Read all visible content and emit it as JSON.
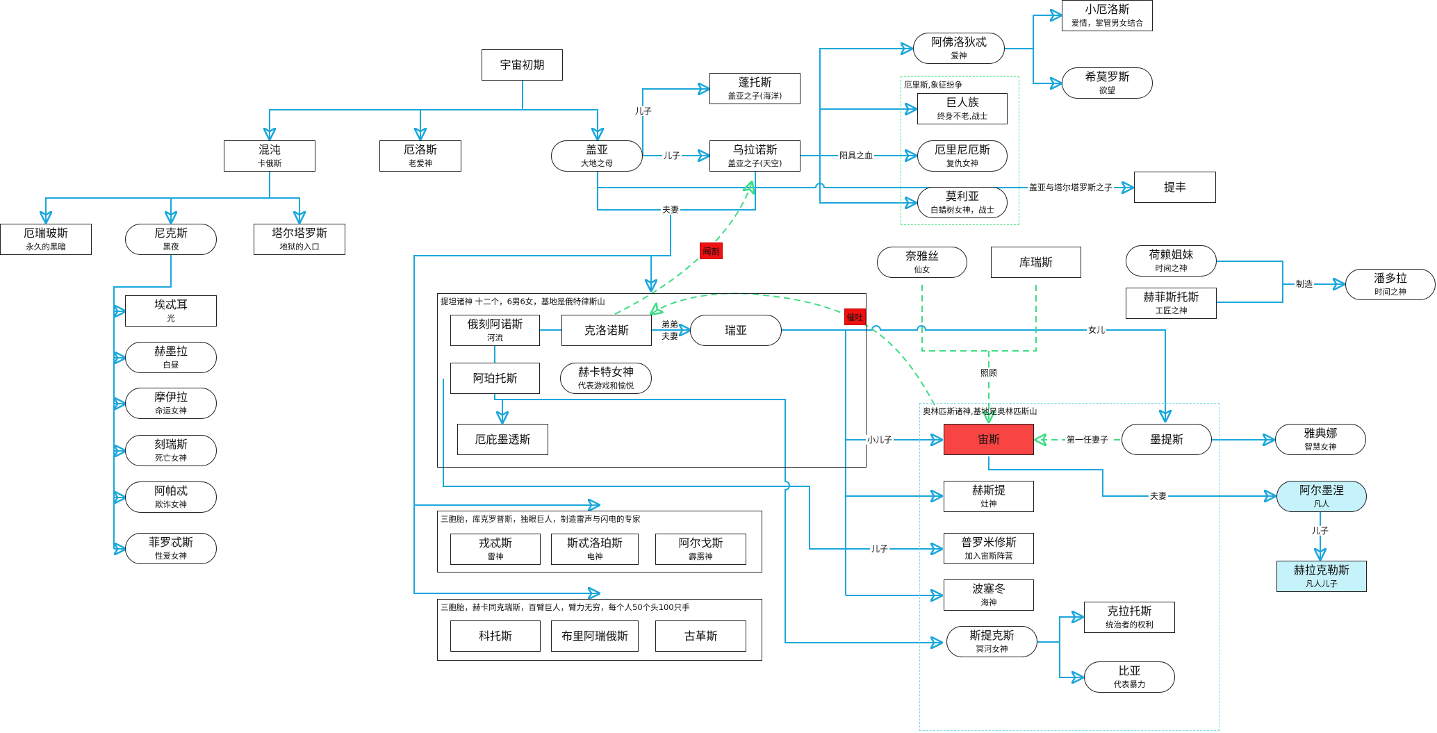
{
  "colors": {
    "edge": "#1aa7dc",
    "dashed_edge": "#3ddc84",
    "zeus_fill": "#f94444",
    "mortal_fill": "#c6f3fb"
  },
  "nodes": {
    "cosmos": {
      "title": "宇宙初期"
    },
    "chaos": {
      "title": "混沌",
      "sub": "卡俄斯"
    },
    "eros_old": {
      "title": "厄洛斯",
      "sub": "老爱神"
    },
    "gaia": {
      "title": "盖亚",
      "sub": "大地之母"
    },
    "pontus": {
      "title": "蓬托斯",
      "sub": "盖亚之子(海洋)"
    },
    "uranus": {
      "title": "乌拉诺斯",
      "sub": "盖亚之子(天空)"
    },
    "erebus": {
      "title": "厄瑞玻斯",
      "sub": "永久的黑暗"
    },
    "nyx": {
      "title": "尼克斯",
      "sub": "黑夜"
    },
    "tartarus": {
      "title": "塔尔塔罗斯",
      "sub": "地狱的入口"
    },
    "aether": {
      "title": "埃忒耳",
      "sub": "光"
    },
    "hemera": {
      "title": "赫墨拉",
      "sub": "白昼"
    },
    "moirai": {
      "title": "摩伊拉",
      "sub": "命运女神"
    },
    "keres": {
      "title": "刻瑞斯",
      "sub": "死亡女神"
    },
    "apate": {
      "title": "阿帕忒",
      "sub": "欺诈女神"
    },
    "philotes": {
      "title": "菲罗忒斯",
      "sub": "性爱女神"
    },
    "aphrodite": {
      "title": "阿佛洛狄忒",
      "sub": "爱神"
    },
    "eros_young": {
      "title": "小厄洛斯",
      "sub": "爱情，掌管男女结合"
    },
    "himeros": {
      "title": "希莫罗斯",
      "sub": "欲望"
    },
    "giants": {
      "title": "巨人族",
      "sub": "终身不老,战士"
    },
    "erinyes": {
      "title": "厄里尼厄斯",
      "sub": "复仇女神"
    },
    "meliae": {
      "title": "莫利亚",
      "sub": "白蜡树女神，战士"
    },
    "typhon": {
      "title": "提丰"
    },
    "oceanus": {
      "title": "俄刻阿诺斯",
      "sub": "河流"
    },
    "cronus": {
      "title": "克洛诺斯"
    },
    "rhea": {
      "title": "瑞亚"
    },
    "iapetus": {
      "title": "阿珀托斯"
    },
    "hecate": {
      "title": "赫卡特女神",
      "sub": "代表游戏和愉悦"
    },
    "epimetheus": {
      "title": "厄庇墨透斯"
    },
    "naiad": {
      "title": "奈雅丝",
      "sub": "仙女"
    },
    "kouretes": {
      "title": "库瑞斯"
    },
    "horae": {
      "title": "荷赖姐妹",
      "sub": "时间之神"
    },
    "hephaestus": {
      "title": "赫菲斯托斯",
      "sub": "工匠之神"
    },
    "pandora": {
      "title": "潘多拉",
      "sub": "时间之神"
    },
    "zeus": {
      "title": "宙斯"
    },
    "metis": {
      "title": "墨提斯"
    },
    "athena": {
      "title": "雅典娜",
      "sub": "智慧女神"
    },
    "alcmene": {
      "title": "阿尔墨涅",
      "sub": "凡人"
    },
    "heracles": {
      "title": "赫拉克勒斯",
      "sub": "凡人儿子"
    },
    "hestia": {
      "title": "赫斯提",
      "sub": "灶神"
    },
    "prometheus": {
      "title": "普罗米修斯",
      "sub": "加入宙斯阵营"
    },
    "poseidon": {
      "title": "波塞冬",
      "sub": "海神"
    },
    "styx": {
      "title": "斯提克斯",
      "sub": "冥河女神"
    },
    "kratos": {
      "title": "克拉托斯",
      "sub": "统治者的权利"
    },
    "bia": {
      "title": "比亚",
      "sub": "代表暴力"
    },
    "brontes": {
      "title": "戎忒斯",
      "sub": "雷神"
    },
    "steropes": {
      "title": "斯忒洛珀斯",
      "sub": "电神"
    },
    "arges": {
      "title": "阿尔戈斯",
      "sub": "霹雳神"
    },
    "cottus": {
      "title": "科托斯"
    },
    "briareus": {
      "title": "布里阿瑞俄斯"
    },
    "gyges": {
      "title": "古革斯"
    }
  },
  "groups": {
    "titans": "提坦诸神 十二个，6男6女，基地是俄特律斯山",
    "erinyes_group": "厄里斯,象征纷争",
    "olympians": "奥林匹斯诸神,基地是奥林匹斯山",
    "cyclopes": "三胞胎，库克罗普斯，独眼巨人，制造雷声与闪电的专家",
    "hecatoncheires": "三胞胎，赫卡同克瑞斯，百臂巨人，臂力无穷，每个人50个头100只手"
  },
  "labels": {
    "son1": "儿子",
    "son2": "儿子",
    "spouse1": "夫妻",
    "blood": "阳具之血",
    "typhon_edge": "盖亚与塔尔塔罗斯之子",
    "brother": "弟弟",
    "spouse2": "夫妻",
    "daughter": "女儿",
    "youngest": "小儿子",
    "first_wife": "第一任妻子",
    "spouse3": "夫妻",
    "son3": "儿子",
    "son4": "儿子",
    "care": "照顾",
    "make": "制造",
    "castrate": "阉割",
    "vomit": "催吐"
  }
}
